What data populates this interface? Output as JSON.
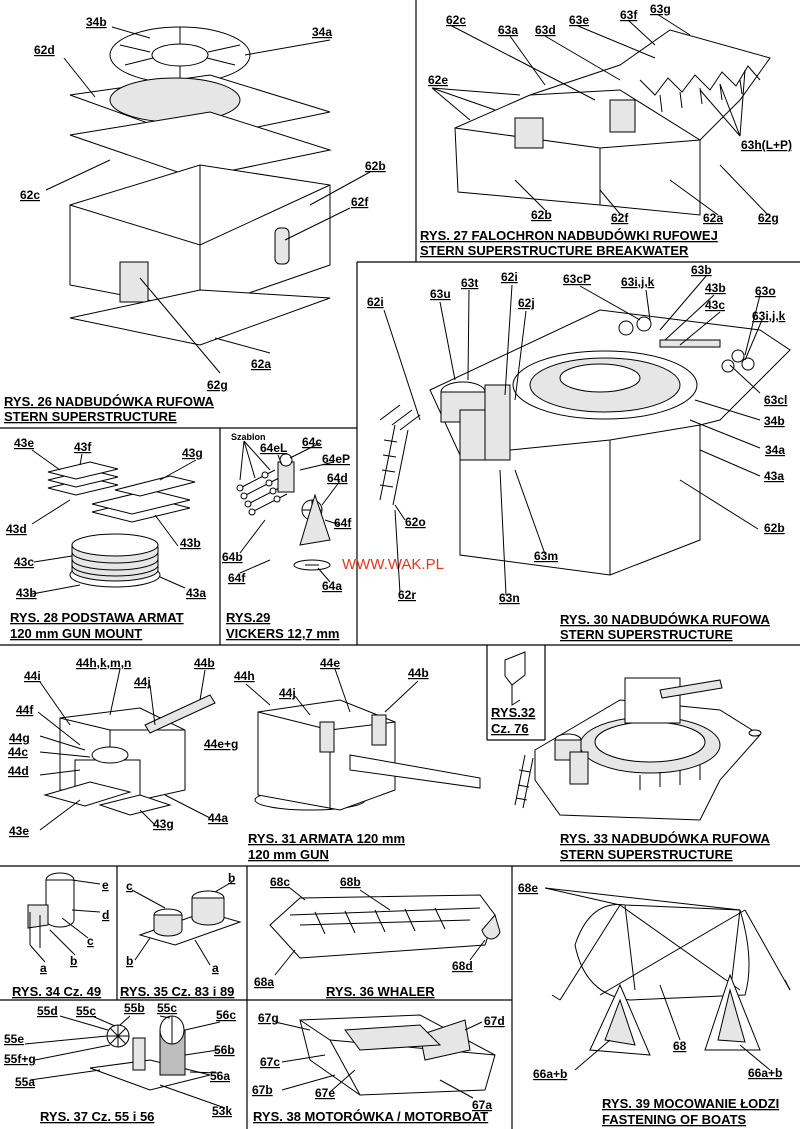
{
  "watermark": "WWW.WAK.PL",
  "fig26": {
    "title1": "RYS. 26 NADBUDÓWKA RUFOWA",
    "title2": "STERN SUPERSTRUCTURE",
    "labels": [
      "34b",
      "34a",
      "62d",
      "62c",
      "62b",
      "62f",
      "62g",
      "62a"
    ]
  },
  "fig27": {
    "title1": "RYS. 27 FALOCHRON NADBUDÓWKI RUFOWEJ",
    "title2": "STERN SUPERSTRUCTURE BREAKWATER",
    "labels": [
      "62c",
      "63a",
      "63d",
      "63e",
      "63f",
      "63g",
      "62e",
      "63h(L+P)",
      "62b",
      "62f",
      "62a",
      "62g"
    ]
  },
  "fig28": {
    "title1": "RYS. 28 PODSTAWA ARMAT",
    "title2": "120 mm GUN MOUNT",
    "labels": [
      "43e",
      "43f",
      "43g",
      "43d",
      "43b",
      "43c",
      "43b",
      "43a"
    ]
  },
  "fig29": {
    "title1": "RYS.29",
    "title2": "VICKERS 12,7 mm",
    "szablon": "Szablon",
    "labels": [
      "64eL",
      "64c",
      "64eP",
      "64d",
      "64f",
      "64b",
      "64f",
      "64a"
    ]
  },
  "fig30": {
    "title1": "RYS. 30 NADBUDÓWKA RUFOWA",
    "title2": "STERN SUPERSTRUCTURE",
    "labels": [
      "62i",
      "63u",
      "63t",
      "62i",
      "62j",
      "63cP",
      "63i,j,k",
      "63b",
      "43b",
      "43c",
      "63o",
      "63i,j,k",
      "63cl",
      "34b",
      "34a",
      "43a",
      "62b",
      "62o",
      "63m",
      "63n",
      "62r"
    ]
  },
  "fig31": {
    "title1": "RYS. 31 ARMATA 120 mm",
    "title2": "120 mm GUN",
    "labels": [
      "44h,k,m,n",
      "44b",
      "44i",
      "44j",
      "44f",
      "44g",
      "44c",
      "44d",
      "43e",
      "43g",
      "44a",
      "44h",
      "44e",
      "44b",
      "44j",
      "44e+g"
    ]
  },
  "fig32": {
    "title1": "RYS.32",
    "title2": "Cz. 76"
  },
  "fig33": {
    "title1": "RYS. 33 NADBUDÓWKA RUFOWA",
    "title2": "STERN SUPERSTRUCTURE"
  },
  "fig34": {
    "title": "RYS. 34 Cz. 49",
    "labels": [
      "e",
      "d",
      "c",
      "b",
      "a"
    ]
  },
  "fig35": {
    "title": "RYS. 35 Cz. 83 i 89",
    "labels": [
      "c",
      "b",
      "b",
      "a"
    ]
  },
  "fig36": {
    "title": "RYS. 36 WHALER",
    "labels": [
      "68c",
      "68b",
      "68a",
      "68d"
    ]
  },
  "fig37": {
    "title": "RYS. 37  Cz. 55 i 56",
    "labels": [
      "55d",
      "55c",
      "55b",
      "55c",
      "56c",
      "55e",
      "55f+g",
      "56b",
      "55a",
      "56a",
      "53k"
    ]
  },
  "fig38": {
    "title": "RYS. 38 MOTORÓWKA / MOTORBOAT",
    "labels": [
      "67g",
      "67d",
      "67c",
      "67b",
      "67e",
      "67a"
    ]
  },
  "fig39": {
    "title1": "RYS. 39 MOCOWANIE ŁODZI",
    "title2": "FASTENING OF BOATS",
    "labels": [
      "68e",
      "68",
      "66a+b",
      "66a+b"
    ]
  }
}
